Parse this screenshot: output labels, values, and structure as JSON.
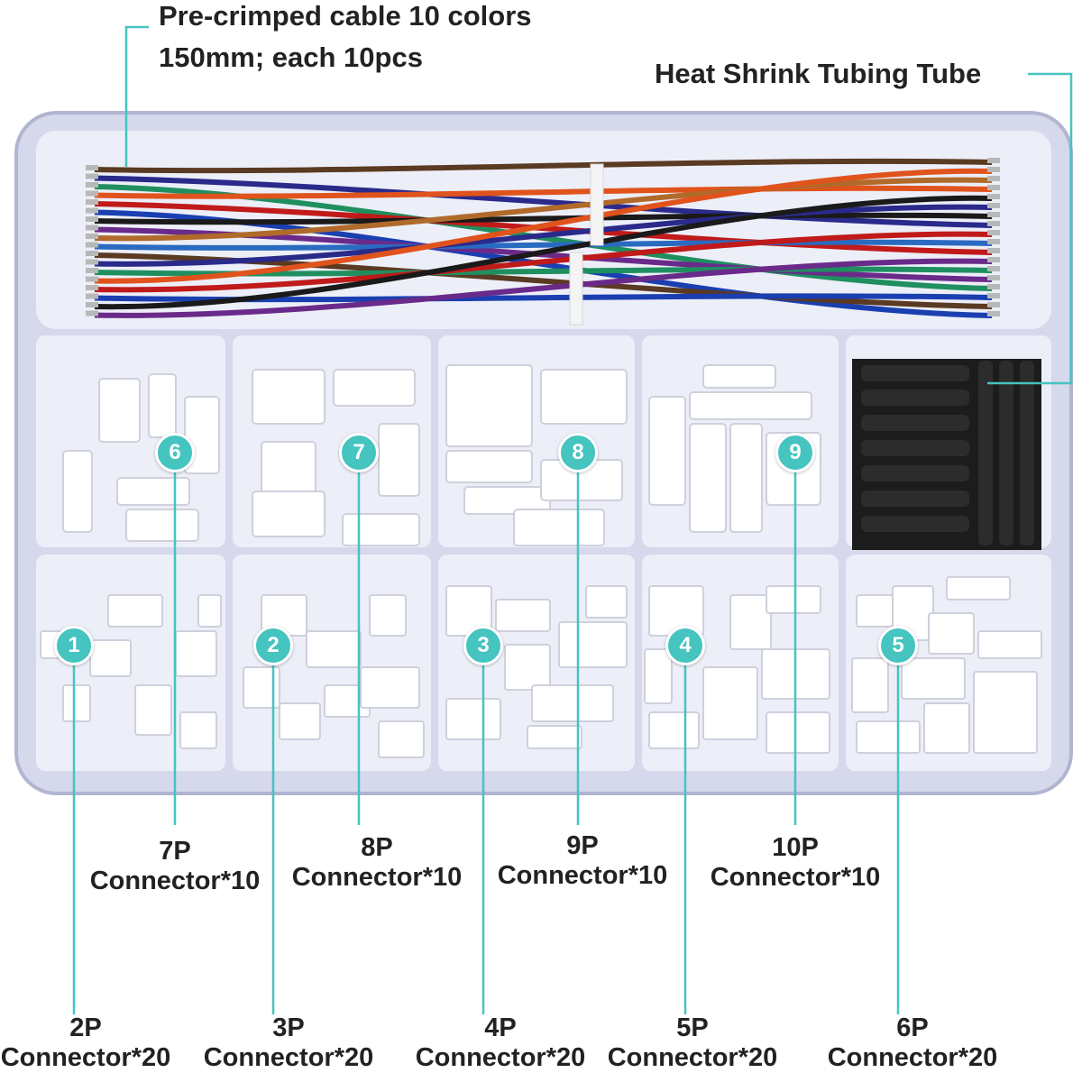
{
  "header": {
    "cable_line1": "Pre-crimped cable 10 colors",
    "cable_line2": "150mm; each 10pcs",
    "tubing": "Heat Shrink Tubing Tube"
  },
  "accent_color": "#45c4c0",
  "wire_colors": [
    "#5a3a22",
    "#2a2a8a",
    "#1f8f5f",
    "#e0531c",
    "#c01a1a",
    "#1a3fb0",
    "#1a1a1a",
    "#6a2a8a",
    "#b06a2a",
    "#2a6ac0"
  ],
  "compartments": {
    "top_row": [
      {
        "badge": "6",
        "size": "7P",
        "label": "Connector*10"
      },
      {
        "badge": "7",
        "size": "8P",
        "label": "Connector*10"
      },
      {
        "badge": "8",
        "size": "9P",
        "label": "Connector*10"
      },
      {
        "badge": "9",
        "size": "10P",
        "label": "Connector*10"
      }
    ],
    "bottom_row": [
      {
        "badge": "1",
        "size": "2P",
        "label": "Connector*20"
      },
      {
        "badge": "2",
        "size": "3P",
        "label": "Connector*20"
      },
      {
        "badge": "3",
        "size": "4P",
        "label": "Connector*20"
      },
      {
        "badge": "4",
        "size": "5P",
        "label": "Connector*20"
      },
      {
        "badge": "5",
        "size": "6P",
        "label": "Connector*20"
      }
    ]
  }
}
